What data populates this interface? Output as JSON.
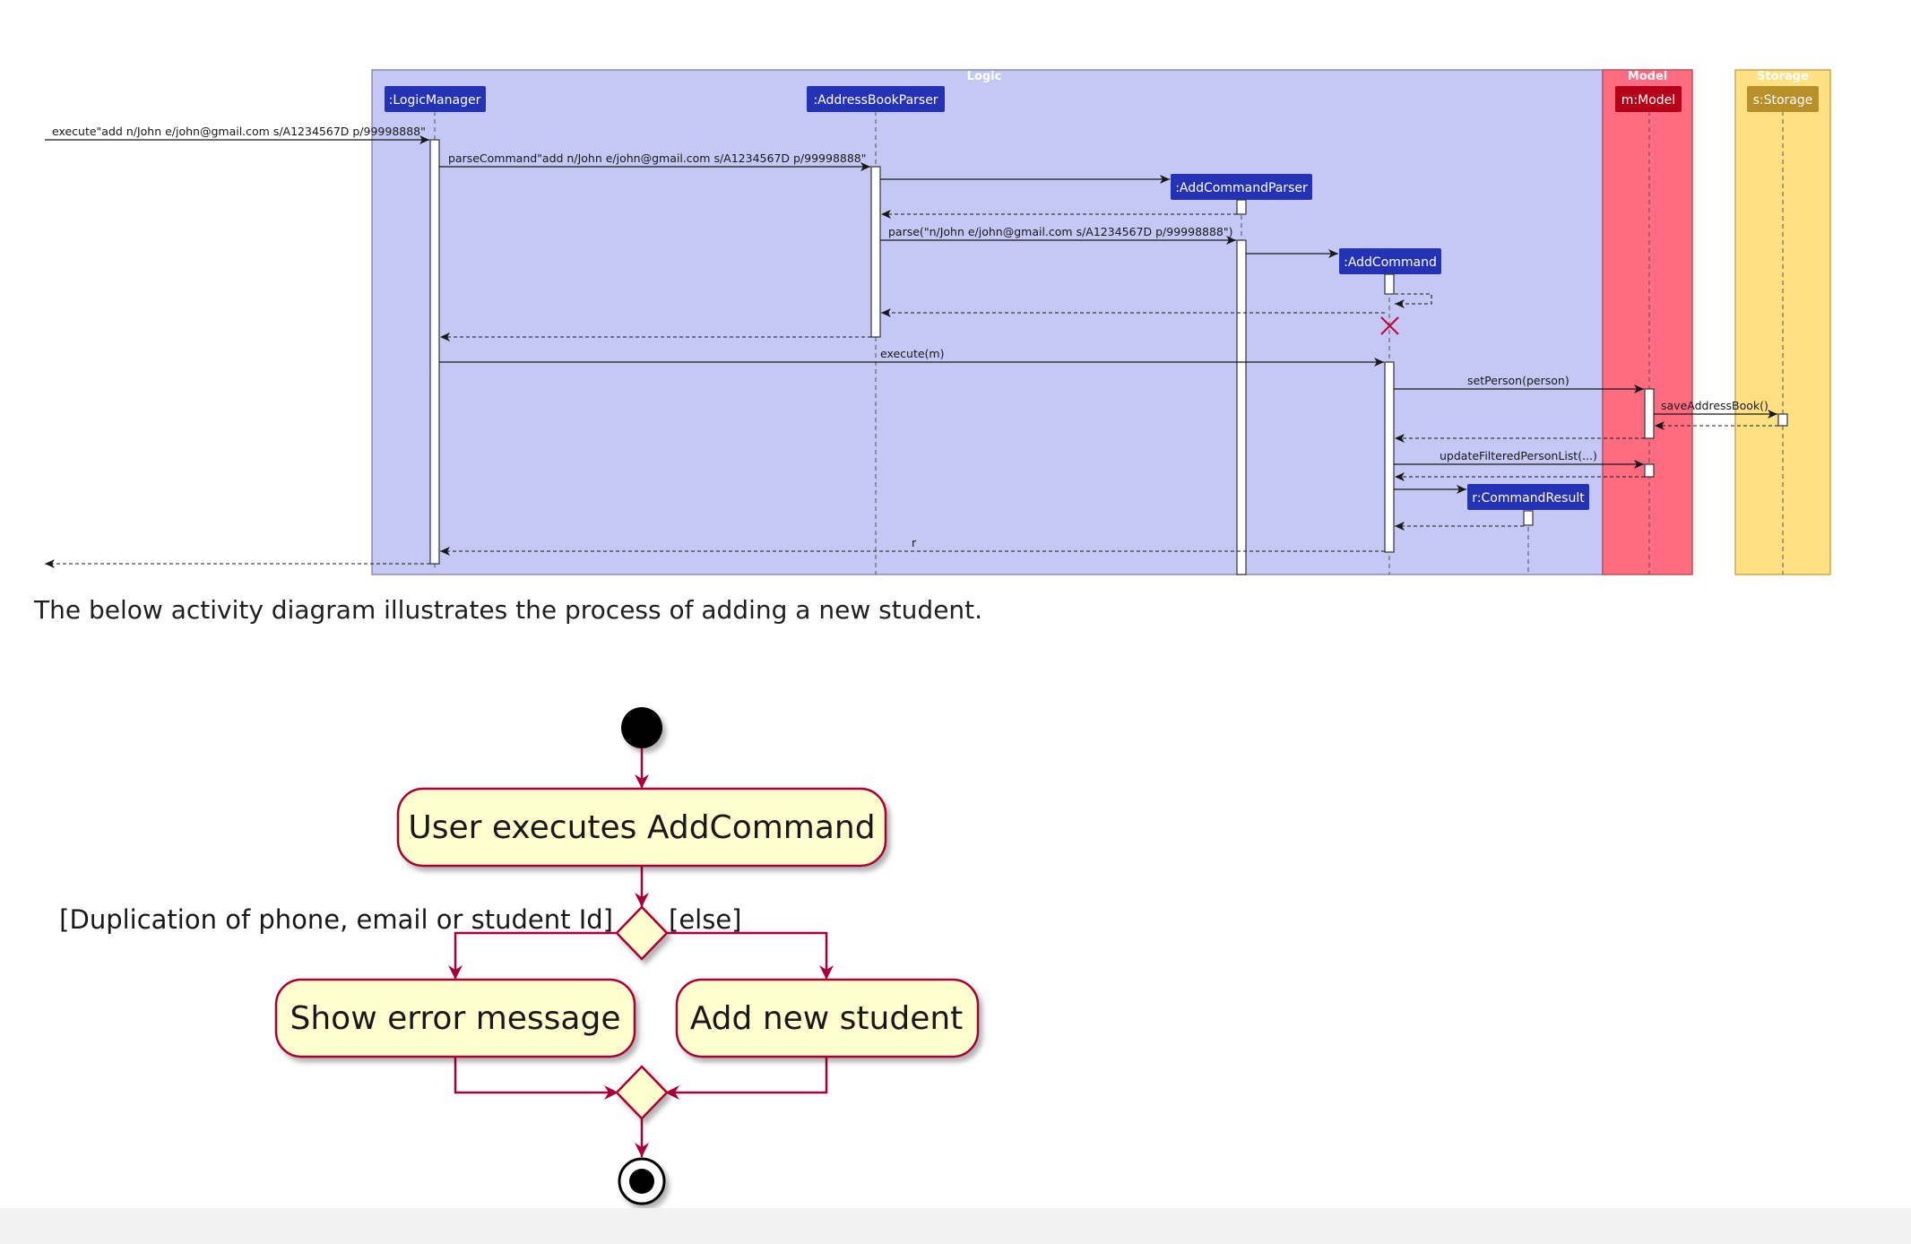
{
  "sequence": {
    "boxes": {
      "logic": "Logic",
      "model": "Model",
      "storage": "Storage"
    },
    "participants": {
      "logicManager": ":LogicManager",
      "addressBookParser": ":AddressBookParser",
      "addCommandParser": ":AddCommandParser",
      "addCommand": ":AddCommand",
      "model": "m:Model",
      "storage": "s:Storage",
      "commandResult": "r:CommandResult"
    },
    "messages": {
      "execute": "execute\"add n/John e/john@gmail.com s/A1234567D p/99998888\"",
      "parseCommand": "parseCommand\"add n/John e/john@gmail.com s/A1234567D p/99998888\"",
      "parse": "parse(\"n/John e/john@gmail.com s/A1234567D p/99998888\")",
      "executeM": "execute(m)",
      "setPerson": "setPerson(person)",
      "saveAddressBook": "saveAddressBook()",
      "updateFiltered": "updateFilteredPersonList(...)",
      "returnR": "r"
    },
    "colors": {
      "logic_bg": "#c5c7f5",
      "model_bg": "#ff6b81",
      "storage_bg": "#ffe082",
      "logic_participant": "#2433b5",
      "model_participant": "#b5001a",
      "storage_participant": "#b8902a"
    }
  },
  "paragraph": "The below activity diagram illustrates the process of adding a new student.",
  "activity": {
    "step1": "User executes AddCommand",
    "guard_left": "[Duplication of phone, email or student Id]",
    "guard_right": "[else]",
    "branch_left": "Show error message",
    "branch_right": "Add new student",
    "colors": {
      "node_fill": "#fefece",
      "node_stroke": "#a80036"
    }
  }
}
